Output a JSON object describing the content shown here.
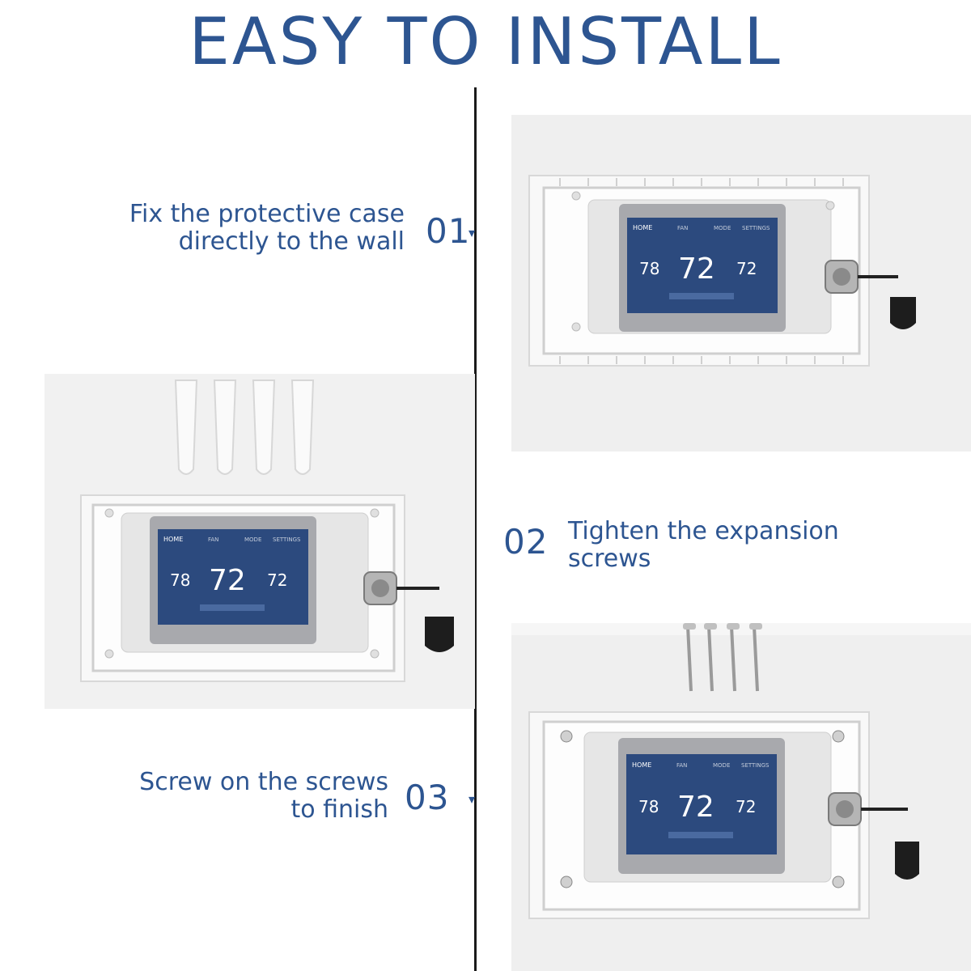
{
  "title": "EASY TO INSTALL",
  "steps": [
    {
      "number": "01",
      "text_line1": "Fix the protective case",
      "text_line2": "directly to the wall"
    },
    {
      "number": "02",
      "text_line1": "Tighten the expansion",
      "text_line2": "screws"
    },
    {
      "number": "03",
      "text_line1": "Screw on the screws",
      "text_line2": "to finish"
    }
  ],
  "thermostat": {
    "menu_home": "HOME",
    "menu_fan": "FAN",
    "menu_mode": "MODE",
    "menu_settings": "SETTINGS",
    "indoor_temp": "78",
    "set_temp": "72",
    "outdoor_temp": "72"
  },
  "colors": {
    "accent": "#2d5591",
    "timeline": "#1a1a1a",
    "screen": "#2c4a7e"
  }
}
